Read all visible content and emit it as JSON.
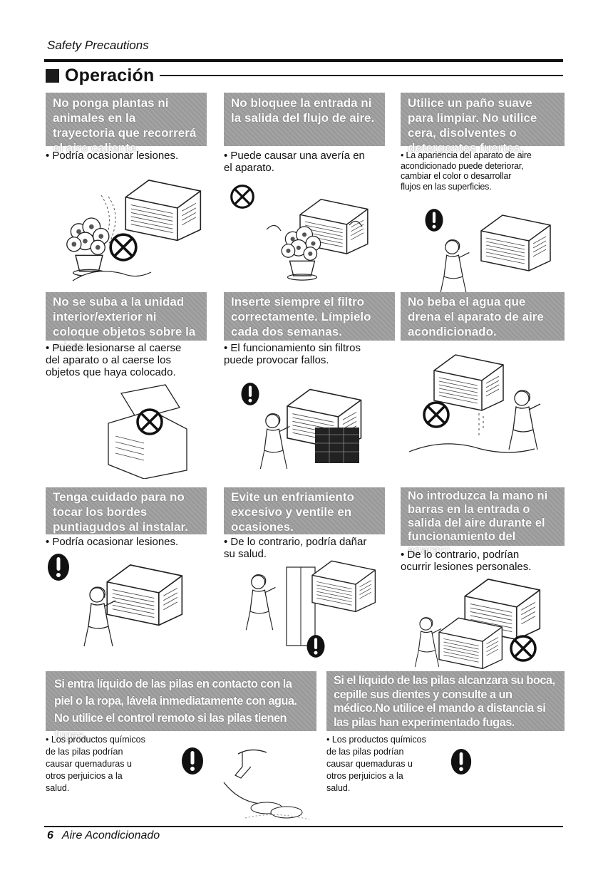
{
  "header": {
    "section_label": "Safety Precautions"
  },
  "section": {
    "title": "Operación"
  },
  "row1": [
    {
      "warning": "No ponga plantas ni animales en la trayectoria que recorrerá el aire caliente.",
      "note": "• Podría ocasionar lesiones."
    },
    {
      "warning": "No bloquee la entrada ni la salida del flujo de aire.",
      "note": "• Puede causar una avería en\n  el aparato."
    },
    {
      "warning": "Utilice un paño suave para limpiar. No utilice cera, disolventes o detergentes fuertes.",
      "note": "• La apariencia del aparato de aire\n  acondicionado puede deteriorar,\n  cambiar el color o desarrollar\n  flujos en las superficies."
    }
  ],
  "row2": [
    {
      "warning": "No se suba a la unidad interior/exterior ni coloque objetos sobre la misma.",
      "note": "• Puede lesionarse al caerse\n  del aparato o al caerse los\n  objetos que haya colocado."
    },
    {
      "warning": "Inserte siempre el filtro correctamente. Límpielo cada dos semanas.",
      "note": "• El funcionamiento sin filtros\n  puede provocar fallos."
    },
    {
      "warning": "No beba el agua que drena el aparato de aire acondicionado.",
      "note": ""
    }
  ],
  "row3": [
    {
      "warning": "Tenga cuidado para no tocar los bordes puntiagudos al instalar.",
      "note": "• Podría ocasionar lesiones."
    },
    {
      "warning": "Evite un enfriamiento excesivo y ventile en ocasiones.",
      "note": "• De lo contrario, podría dañar\n  su salud."
    },
    {
      "warning": "No introduzca la mano ni barras en la entrada o salida del aire durante el funcionamiento del aparato.",
      "note": "• De lo contrario, podrían\n  ocurrir lesiones personales."
    }
  ],
  "row4": [
    {
      "warning": "Si entra líquido de las pilas en contacto con la piel o la ropa, lávela inmediatamente con agua. No utilice el control remoto si las pilas tienen fugas.",
      "note": "• Los productos químicos\n  de las pilas podrían\n  causar quemaduras u\n  otros perjuicios a la\n  salud."
    },
    {
      "warning": "Si el líquido de las pilas alcanzara su boca, cepille sus dientes y consulte a un médico.No utilice el mando a distancia si las pilas han experimentado fugas.",
      "note": "• Los productos químicos\n  de las pilas podrían\n  causar quemaduras u\n  otros perjuicios a la\n  salud."
    }
  ],
  "footer": {
    "page_number": "6",
    "product": "Aire Acondicionado"
  },
  "icons": {
    "prohibited": "prohibited-circle-icon",
    "mandatory": "exclamation-instruction-icon"
  }
}
